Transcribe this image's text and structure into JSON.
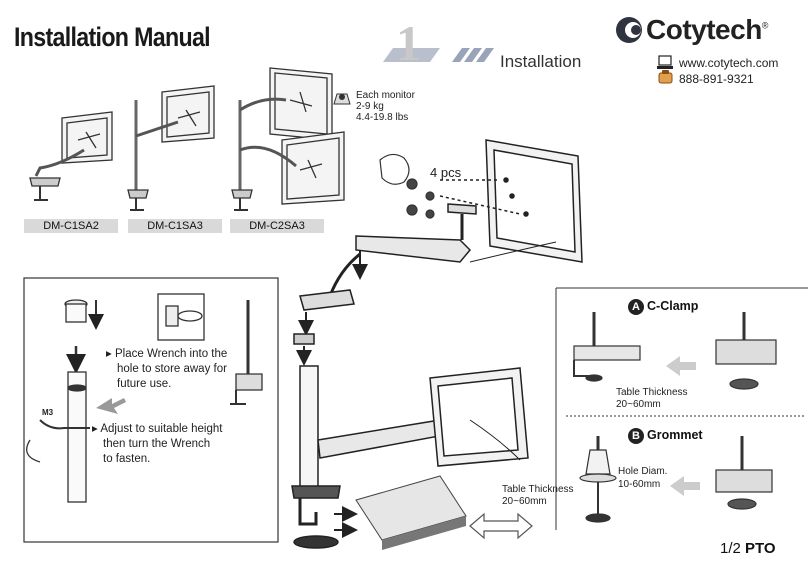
{
  "header": {
    "title": "Installation Manual",
    "step_number": "1",
    "step_label": "Installation",
    "brand": "Cotytech",
    "brand_mark": "®",
    "website": "www.cotytech.com",
    "phone": "888-891-9321"
  },
  "models": [
    {
      "label": "DM-C1SA2"
    },
    {
      "label": "DM-C1SA3"
    },
    {
      "label": "DM-C2SA3"
    }
  ],
  "spec": {
    "line1": "Each monitor",
    "line2": "2-9 kg",
    "line3": "4.4-19.8 lbs"
  },
  "screws": {
    "label": "4 pcs"
  },
  "instructions": {
    "m3": "M3",
    "step1": [
      "Place Wrench into the",
      "hole to store away for",
      "future use."
    ],
    "step2": [
      "Adjust to suitable height",
      "then turn the Wrench",
      "to fasten."
    ]
  },
  "table": {
    "thickness_label": "Table Thickness",
    "thickness_range": "20~60mm"
  },
  "options": {
    "a": {
      "letter": "A",
      "title": "C-Clamp",
      "thickness_label": "Table Thickness",
      "thickness_range": "20~60mm"
    },
    "b": {
      "letter": "B",
      "title": "Grommet",
      "hole_label": "Hole Diam.",
      "hole_range": "10-60mm"
    }
  },
  "footer": {
    "page": "1/2",
    "pto": "PTO"
  },
  "icons": [
    "cotytech-logo-icon",
    "monitor-icon",
    "phone-icon",
    "weight-icon",
    "arrow-icon",
    "wrench-icon"
  ]
}
